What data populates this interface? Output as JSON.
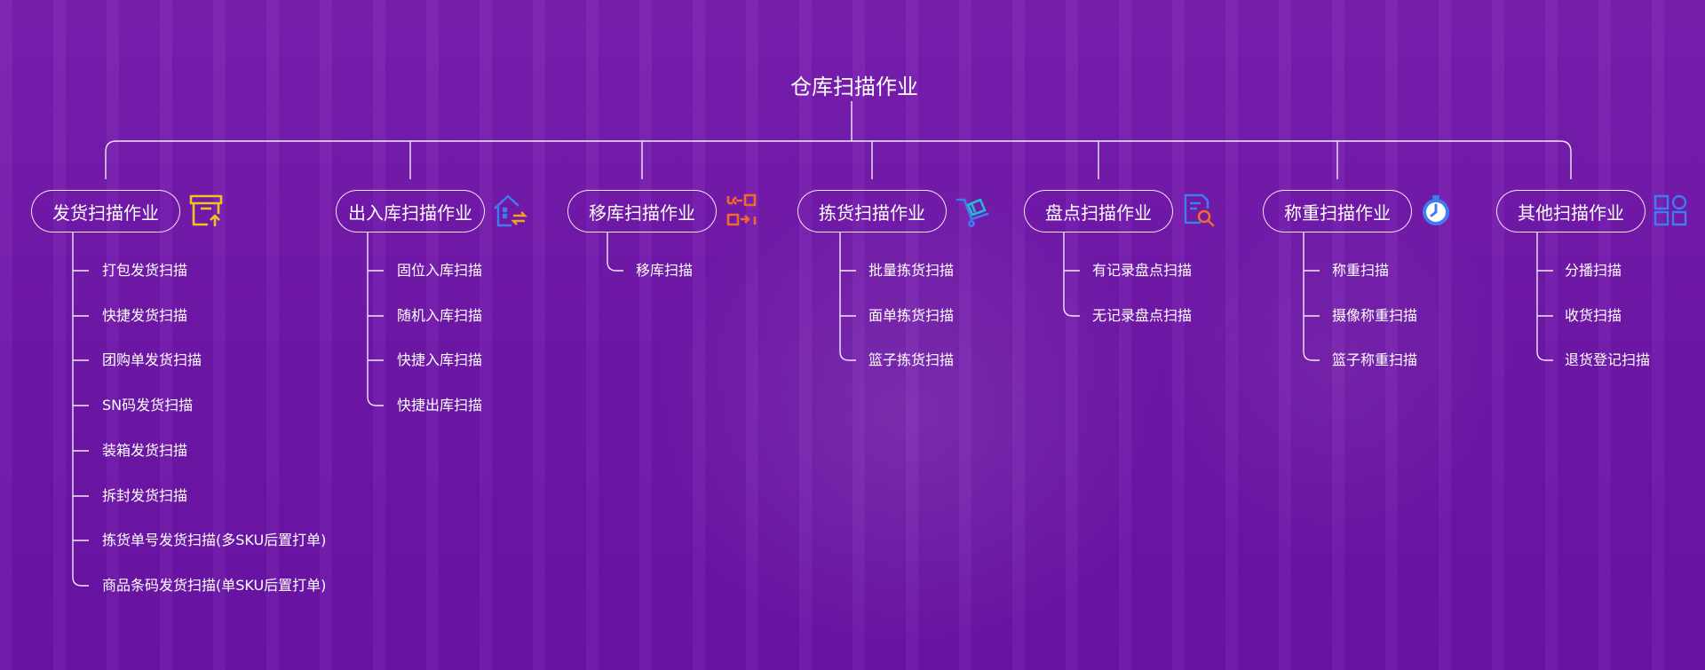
{
  "title": "仓库扫描作业",
  "categories": [
    {
      "label": "发货扫描作业",
      "icon": "box-upload-icon",
      "items": [
        "打包发货扫描",
        "快捷发货扫描",
        "团购单发货扫描",
        "SN码发货扫描",
        "装箱发货扫描",
        "拆封发货扫描",
        "拣货单号发货扫描(多SKU后置打单)",
        "商品条码发货扫描(单SKU后置打单)"
      ]
    },
    {
      "label": "出入库扫描作业",
      "icon": "warehouse-transfer-icon",
      "items": [
        "固位入库扫描",
        "随机入库扫描",
        "快捷入库扫描",
        "快捷出库扫描"
      ]
    },
    {
      "label": "移库扫描作业",
      "icon": "move-arrows-icon",
      "items": [
        "移库扫描"
      ]
    },
    {
      "label": "拣货扫描作业",
      "icon": "cart-icon",
      "items": [
        "批量拣货扫描",
        "面单拣货扫描",
        "篮子拣货扫描"
      ]
    },
    {
      "label": "盘点扫描作业",
      "icon": "document-search-icon",
      "items": [
        "有记录盘点扫描",
        "无记录盘点扫描"
      ]
    },
    {
      "label": "称重扫描作业",
      "icon": "stopwatch-icon",
      "items": [
        "称重扫描",
        "摄像称重扫描",
        "篮子称重扫描"
      ]
    },
    {
      "label": "其他扫描作业",
      "icon": "grid-icon",
      "items": [
        "分播扫描",
        "收货扫描",
        "退货登记扫描"
      ]
    }
  ],
  "colors": {
    "background": "#6e16a8",
    "line": "#ffffff",
    "icon_yellow": "#f2c318",
    "icon_blue": "#3f7cf0",
    "icon_orange": "#f26a2a",
    "icon_teal": "#25b8d8"
  }
}
